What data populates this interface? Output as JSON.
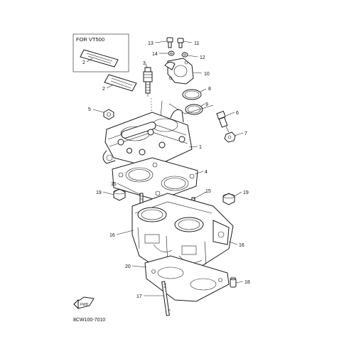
{
  "diagram": {
    "inset_label": "FOR VT500",
    "catalog_code": "8CW100-7010",
    "direction_badge": "FWD",
    "callouts": [
      {
        "id": "c13",
        "text": "13"
      },
      {
        "id": "c11",
        "text": "11"
      },
      {
        "id": "c14",
        "text": "14"
      },
      {
        "id": "c12",
        "text": "12"
      },
      {
        "id": "c3",
        "text": "3"
      },
      {
        "id": "c10",
        "text": "10"
      },
      {
        "id": "c2a",
        "text": "2"
      },
      {
        "id": "c2b",
        "text": "2"
      },
      {
        "id": "c8",
        "text": "8"
      },
      {
        "id": "c9",
        "text": "9"
      },
      {
        "id": "c5",
        "text": "5"
      },
      {
        "id": "c6",
        "text": "6"
      },
      {
        "id": "c7",
        "text": "7"
      },
      {
        "id": "c1",
        "text": "1"
      },
      {
        "id": "c4",
        "text": "4"
      },
      {
        "id": "c15a",
        "text": "15"
      },
      {
        "id": "c15b",
        "text": "15"
      },
      {
        "id": "c19a",
        "text": "19"
      },
      {
        "id": "c19b",
        "text": "19"
      },
      {
        "id": "c16a",
        "text": "16"
      },
      {
        "id": "c16b",
        "text": "16"
      },
      {
        "id": "c20",
        "text": "20"
      },
      {
        "id": "c18",
        "text": "18"
      },
      {
        "id": "c17",
        "text": "17"
      }
    ]
  }
}
